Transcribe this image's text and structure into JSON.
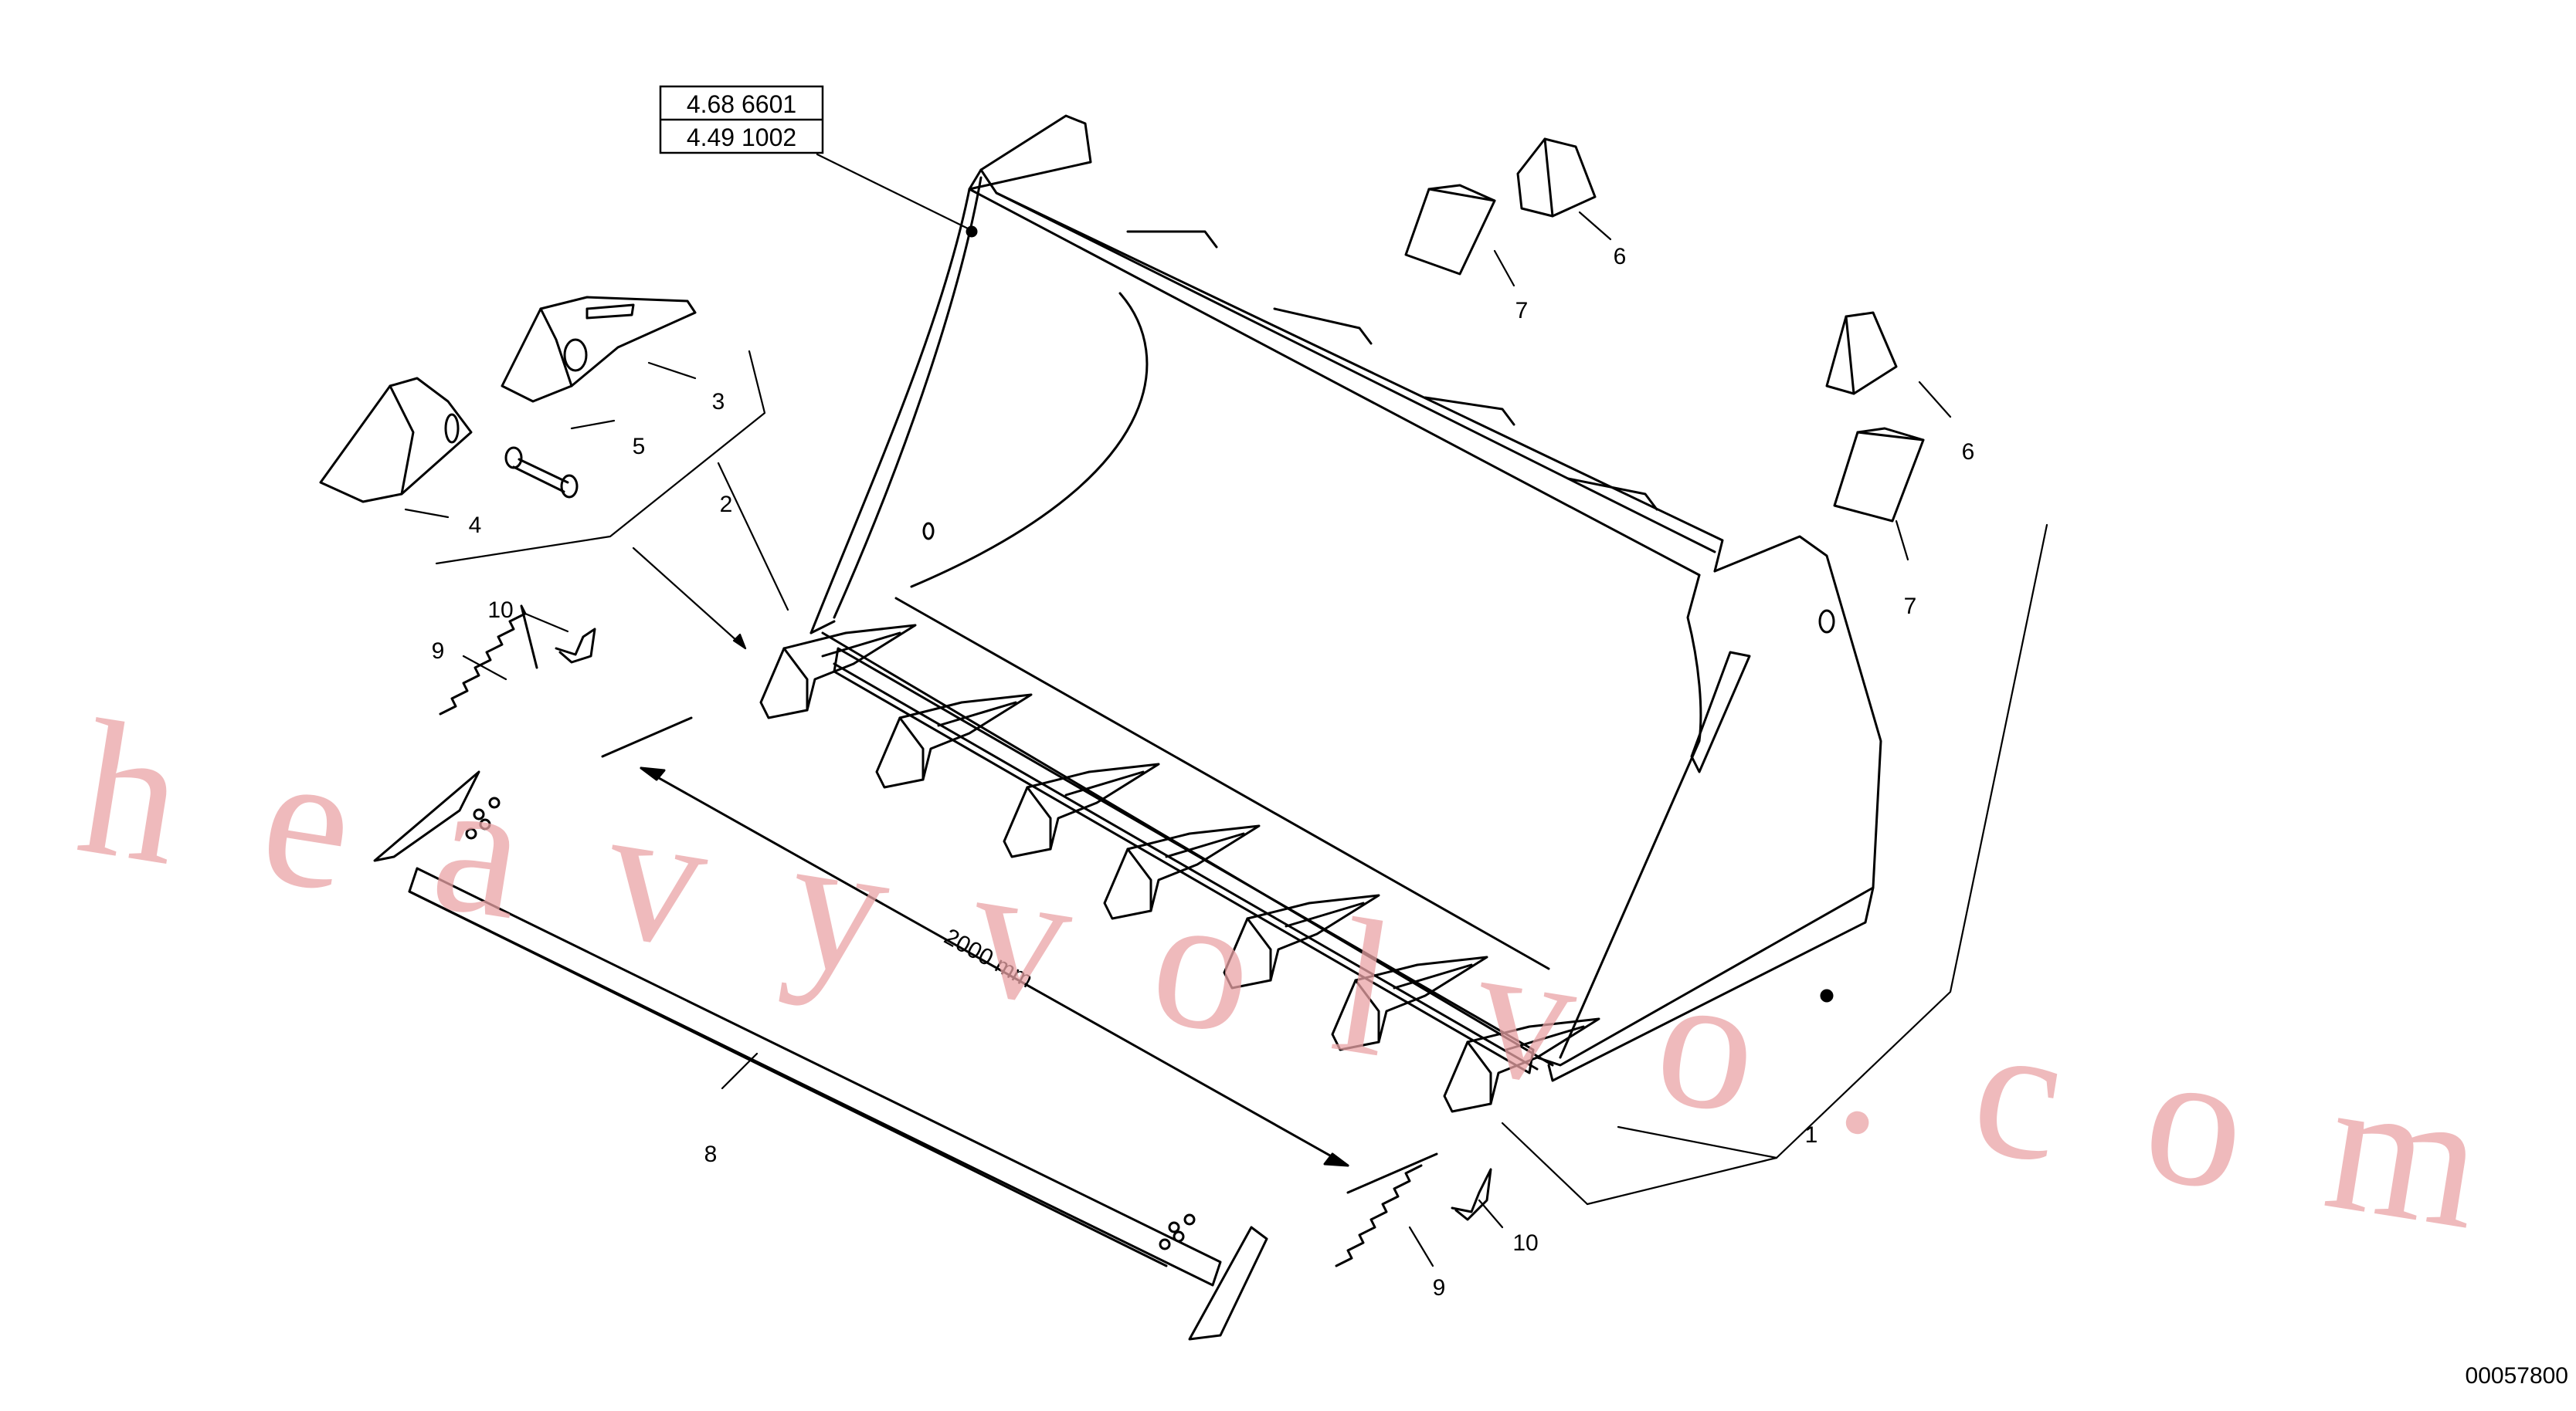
{
  "reference_box": [
    "4.68 6601",
    "4.49 1002"
  ],
  "callouts": {
    "bucket": "1",
    "tooth_assembly": "2",
    "tooth_adapter": "3",
    "tooth": "4",
    "pin": "5",
    "wear_block_a_left": "6",
    "wear_block_b_left": "7",
    "wear_block_a_right": "6",
    "wear_block_b_right": "7",
    "cutting_edge": "8",
    "spring_left": "9",
    "retainer_left": "10",
    "spring_right": "9",
    "retainer_right": "10"
  },
  "dimension_label": "2000 mm",
  "drawing_number": "00057800",
  "watermark": "heavyvolvo.com"
}
